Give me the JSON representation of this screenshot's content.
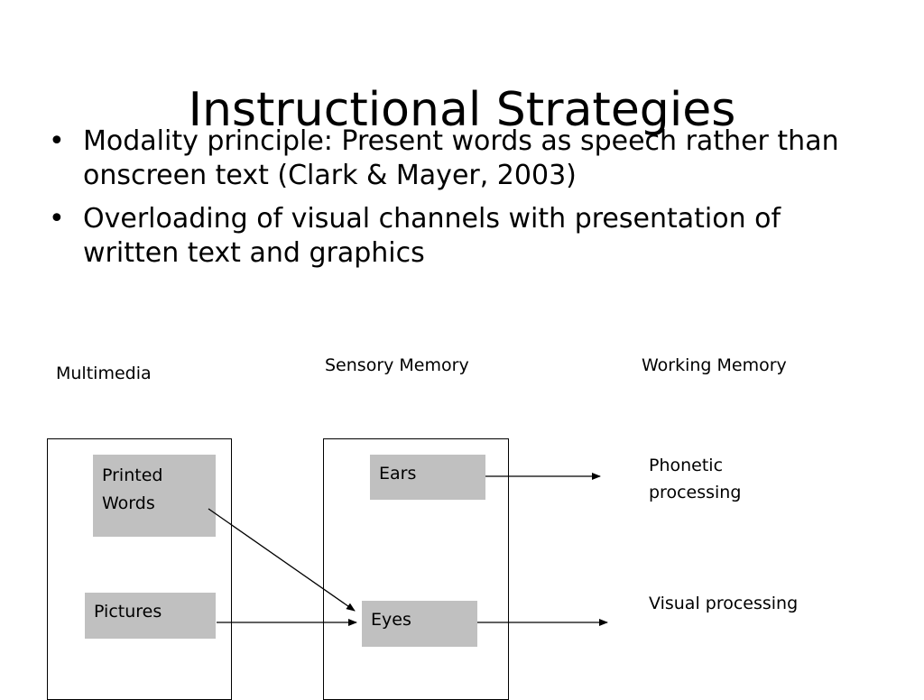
{
  "slide": {
    "title": "Instructional Strategies",
    "bullets": [
      "Modality principle: Present words as speech rather than onscreen text (Clark & Mayer, 2003)",
      "Overloading of visual channels with presentation of written text and graphics"
    ],
    "bullet_marker": "•"
  },
  "diagram": {
    "columns": {
      "multimedia": "Multimedia",
      "sensory_memory": "Sensory Memory",
      "working_memory": "Working Memory"
    },
    "multimedia_items": {
      "printed_words_line1": "Printed",
      "printed_words_line2": "Words",
      "pictures": "Pictures"
    },
    "sensory_items": {
      "ears": "Ears",
      "eyes": "Eyes"
    },
    "working_items": {
      "phonetic_line1": "Phonetic",
      "phonetic_line2": "processing",
      "visual": "Visual processing"
    },
    "colors": {
      "item_fill": "#c0c0c0",
      "line": "#000000"
    }
  }
}
